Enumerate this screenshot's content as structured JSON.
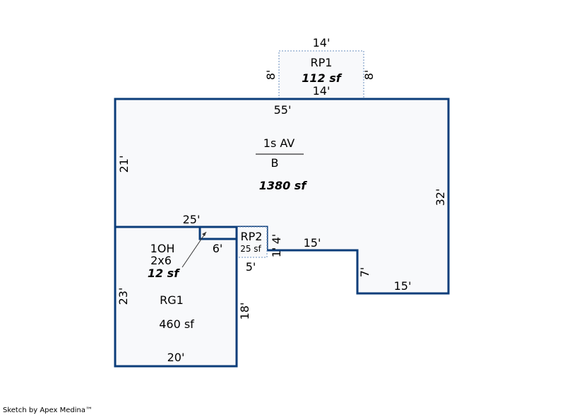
{
  "colors": {
    "wall": "#0b3d7a",
    "fill": "#f8f9fb",
    "dotted": "#6a8fbf"
  },
  "rp1": {
    "name": "RP1",
    "area": "112 sf",
    "top": "14'",
    "bottom": "14'",
    "left": "8'",
    "right": "8'"
  },
  "main": {
    "label": "1s AV",
    "sub": "B",
    "area": "1380 sf",
    "top": "55'",
    "left": "21'",
    "right": "32'"
  },
  "steps": {
    "d25": "25'",
    "d15a": "15'",
    "d7": "7'",
    "d15b": "15'",
    "d4": "4'",
    "d1": "1'"
  },
  "oh": {
    "name": "1OH",
    "size": "2x6",
    "area": "12 sf",
    "dim": "6'"
  },
  "rp2": {
    "name": "RP2",
    "area": "25 sf",
    "dim": "5'"
  },
  "rg1": {
    "name": "RG1",
    "area": "460 sf",
    "left": "23'",
    "right": "18'",
    "bottom": "20'"
  },
  "footer": "Sketch by Apex Medina™"
}
